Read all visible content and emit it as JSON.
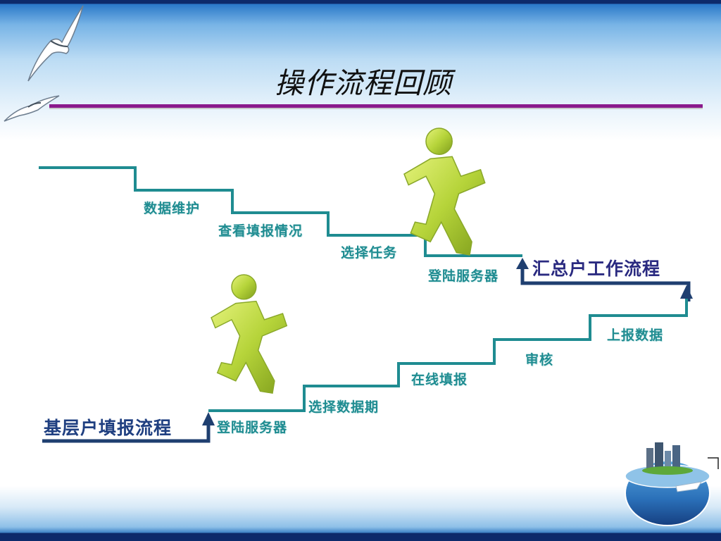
{
  "slide": {
    "title": "操作流程回顾"
  },
  "top_flow": {
    "label": "汇总户工作流程",
    "steps": [
      "数据维护",
      "查看填报情况",
      "选择任务",
      "登陆服务器"
    ]
  },
  "bottom_flow": {
    "label": "基层户填报流程",
    "steps": [
      "登陆服务器",
      "选择数据期",
      "在线填报",
      "审核",
      "上报数据"
    ]
  },
  "colors": {
    "title_line": "#8a1a8c",
    "stair_line": "#1f8c91",
    "flow_arrow": "#1f3f70",
    "step_text": "#1f8c91",
    "flow_label_top": "#2a2a80",
    "flow_label_bottom": "#1f3f80",
    "figure": "#b6d43a"
  },
  "icons": [
    "seagull-icon",
    "running-figure-icon",
    "globe-city-icon"
  ]
}
